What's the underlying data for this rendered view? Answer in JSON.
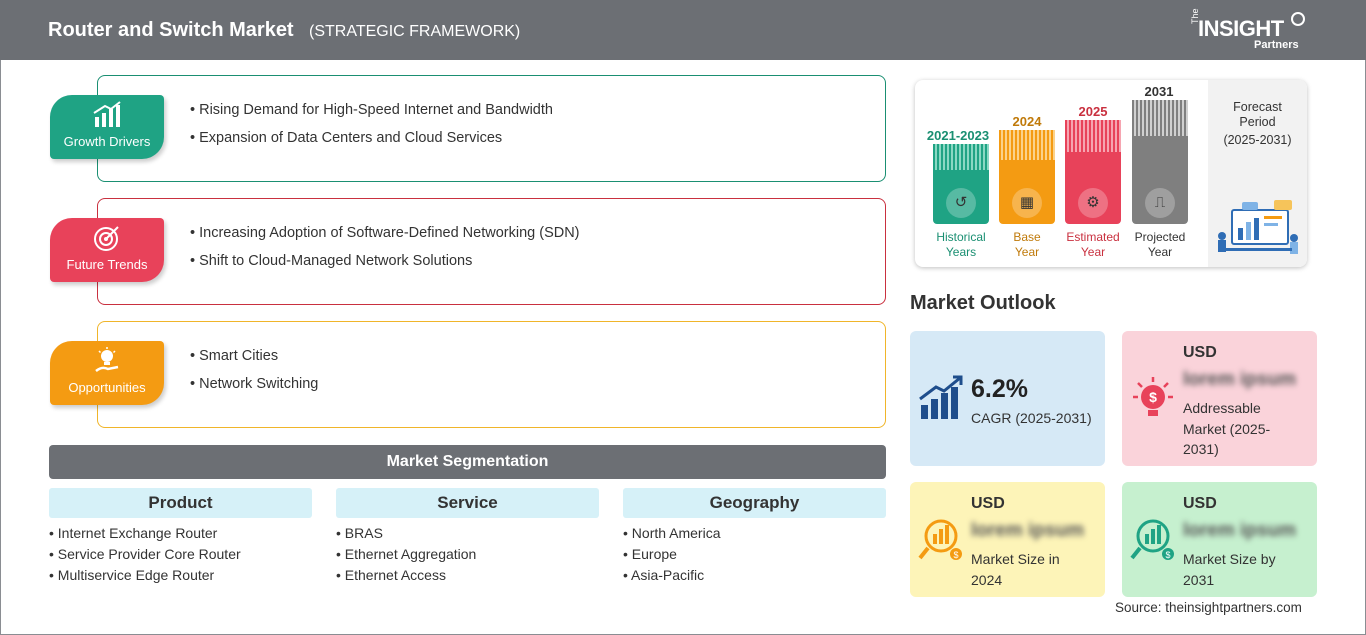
{
  "header": {
    "title": "Router and Switch Market",
    "subtitle": "(STRATEGIC FRAMEWORK)",
    "logo": {
      "prefix": "The",
      "name": "INSIGHT",
      "suffix": "Partners"
    }
  },
  "framework": [
    {
      "label": "Growth Drivers",
      "icon": "growth-chart-icon",
      "color": "#1fa384",
      "border": "#1a8f72",
      "items": [
        "Rising Demand for High-Speed Internet and Bandwidth",
        "Expansion of Data Centers and Cloud Services"
      ]
    },
    {
      "label": "Future Trends",
      "icon": "target-icon",
      "color": "#e8425a",
      "border": "#c9303f",
      "items": [
        "Increasing Adoption of Software-Defined Networking (SDN)",
        "Shift to Cloud-Managed Network Solutions"
      ]
    },
    {
      "label": "Opportunities",
      "icon": "lightbulb-hand-icon",
      "color": "#f49b12",
      "border": "#f0b52a",
      "items": [
        "Smart Cities",
        "Network Switching"
      ]
    }
  ],
  "segmentation": {
    "title": "Market Segmentation",
    "columns": [
      {
        "head": "Product",
        "items": [
          "Internet Exchange Router",
          "Service Provider Core Router",
          "Multiservice Edge Router"
        ]
      },
      {
        "head": "Service",
        "items": [
          "BRAS",
          "Ethernet Aggregation",
          "Ethernet Access"
        ]
      },
      {
        "head": "Geography",
        "items": [
          "North America",
          "Europe",
          "Asia-Pacific"
        ]
      }
    ]
  },
  "timeline": {
    "columns": [
      {
        "year": "2021-2023",
        "label_line1": "Historical",
        "label_line2": "Years",
        "color": "#1fa384",
        "icon": "history-icon"
      },
      {
        "year": "2024",
        "label_line1": "Base",
        "label_line2": "Year",
        "color": "#f49b12",
        "icon": "calendar-icon"
      },
      {
        "year": "2025",
        "label_line1": "Estimated",
        "label_line2": "Year",
        "color": "#e8425a",
        "icon": "estimate-icon"
      },
      {
        "year": "2031",
        "label_line1": "Projected",
        "label_line2": "Year",
        "color": "#7f7f7f",
        "icon": "projection-icon"
      }
    ],
    "forecast": {
      "line1": "Forecast",
      "line2": "Period",
      "line3": "(2025-2031)"
    }
  },
  "outlook": {
    "title": "Market Outlook",
    "cagr": {
      "value": "6.2%",
      "label": "CAGR (2025-2031)",
      "color": "#d6e9f6"
    },
    "addressable": {
      "usd": "USD",
      "value": "lorem ipsum",
      "line1": "Addressable",
      "line2": "Market (2025-",
      "line3": "2031)",
      "color": "#fad3da"
    },
    "size2024": {
      "usd": "USD",
      "value": "lorem ipsum",
      "line1": "Market Size in",
      "line2": "2024",
      "color": "#fdf4b8"
    },
    "size2031": {
      "usd": "USD",
      "value": "lorem ipsum",
      "line1": "Market Size by",
      "line2": "2031",
      "color": "#c6f0cf"
    }
  },
  "source": "Source: theinsightpartners.com"
}
